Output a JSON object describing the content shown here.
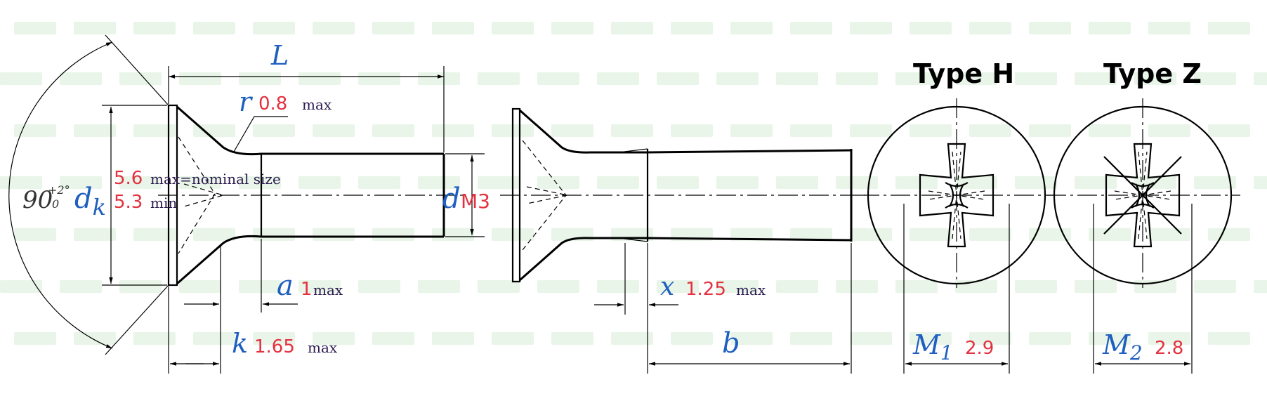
{
  "angle": {
    "value": "90",
    "tolerance_upper": "+2°",
    "tolerance_lower": "0"
  },
  "dk": {
    "symbol": "d",
    "subscript": "k",
    "max_value": "5.6",
    "max_note": "max=nominal size",
    "min_value": "5.3",
    "min_note": "min"
  },
  "L": {
    "symbol": "L"
  },
  "r": {
    "symbol": "r",
    "value": "0.8",
    "limit": "max"
  },
  "d": {
    "symbol": "d",
    "value": "M3"
  },
  "a": {
    "symbol": "a",
    "value": "1",
    "limit": "max"
  },
  "k": {
    "symbol": "k",
    "value": "1.65",
    "limit": "max"
  },
  "x": {
    "symbol": "x",
    "value": "1.25",
    "limit": "max"
  },
  "b": {
    "symbol": "b"
  },
  "type_h": {
    "title": "Type H",
    "symbol": "M",
    "subscript": "1",
    "value": "2.9"
  },
  "type_z": {
    "title": "Type Z",
    "symbol": "M",
    "subscript": "2",
    "value": "2.8"
  },
  "colors": {
    "symbol": "#1f5fbf",
    "value": "#e4313f",
    "limit_text": "#2b1a4e",
    "watermark": "#d6ecd6"
  }
}
